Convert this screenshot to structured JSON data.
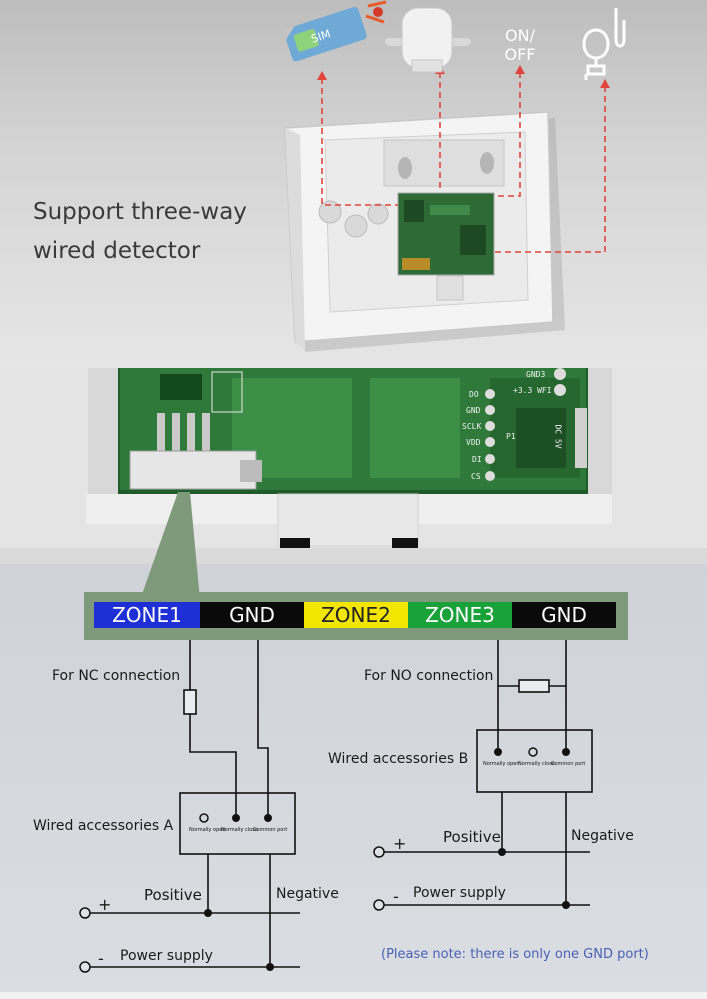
{
  "top": {
    "tagline_line1": "Support three-way",
    "tagline_line2": "wired detector",
    "icons": {
      "sim_label": "SIM",
      "onoff_line1": "ON/",
      "onoff_line2": "OFF"
    }
  },
  "pcb": {
    "pins": [
      "DO",
      "GND",
      "SCLK",
      "VDD",
      "DI",
      "CS"
    ],
    "gnd3_label": "GND3",
    "wifi_label": "+3.3 WFI",
    "p1_label": "P1",
    "dc_label": "DC 5V"
  },
  "zones": [
    "ZONE1",
    "GND",
    "ZONE2",
    "ZONE3",
    "GND"
  ],
  "zone_colors": [
    "#1f2fd6",
    "#0a0a0a",
    "#f2e600",
    "#1aa23a",
    "#0a0a0a"
  ],
  "zone_text_colors": [
    "#ffffff",
    "#ffffff",
    "#222222",
    "#ffffff",
    "#ffffff"
  ],
  "left_circuit": {
    "connection_label": "For NC connection",
    "accessory_label": "Wired accessories A",
    "terminals": [
      "Normally open",
      "Normally close",
      "Common port"
    ],
    "positive_label": "Positive",
    "negative_label": "Negative",
    "plus": "+",
    "minus": "-",
    "supply_label": "Power supply"
  },
  "right_circuit": {
    "connection_label": "For NO connection",
    "accessory_label": "Wired accessories B",
    "terminals": [
      "Normally open",
      "Normally close",
      "Common port"
    ],
    "positive_label": "Positive",
    "negative_label": "Negative",
    "plus": "+",
    "minus": "-",
    "supply_label": "Power supply"
  },
  "note": "(Please note: there is only one GND port)"
}
